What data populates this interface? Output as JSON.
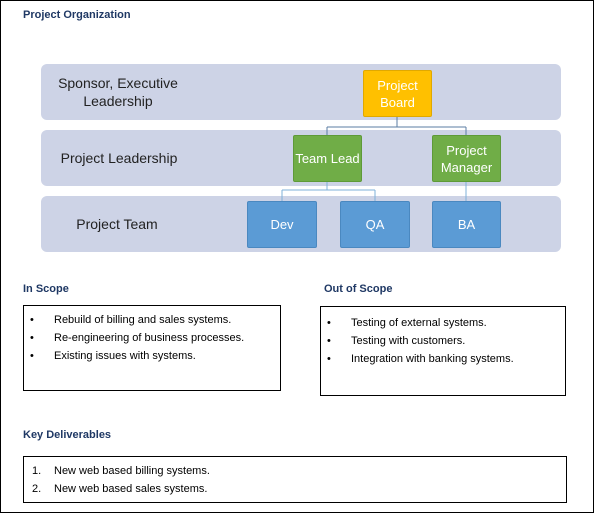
{
  "titles": {
    "project_org": "Project Organization",
    "in_scope": "In Scope",
    "out_scope": "Out of Scope",
    "deliverables": "Key Deliverables"
  },
  "bands": {
    "sponsor": "Sponsor, Executive Leadership",
    "leadership": "Project Leadership",
    "team": "Project Team"
  },
  "nodes": {
    "board": "Project Board",
    "team_lead": "Team Lead",
    "project_manager": "Project Manager",
    "dev": "Dev",
    "qa": "QA",
    "ba": "BA"
  },
  "in_scope": [
    "Rebuild of billing and sales systems.",
    "Re-engineering of business processes.",
    "Existing issues with systems."
  ],
  "out_scope": [
    "Testing of external systems.",
    "Testing with customers.",
    "Integration with banking systems."
  ],
  "deliverables": [
    "New web based billing systems.",
    "New web based sales systems."
  ],
  "bullet_char": "•",
  "numbers": [
    "1.",
    "2."
  ],
  "colors": {
    "heading": "#1f3864",
    "band": "#cdd3e6",
    "gold_node": "#ffc000",
    "green_node": "#70ad47",
    "blue_node": "#5b9bd5"
  }
}
